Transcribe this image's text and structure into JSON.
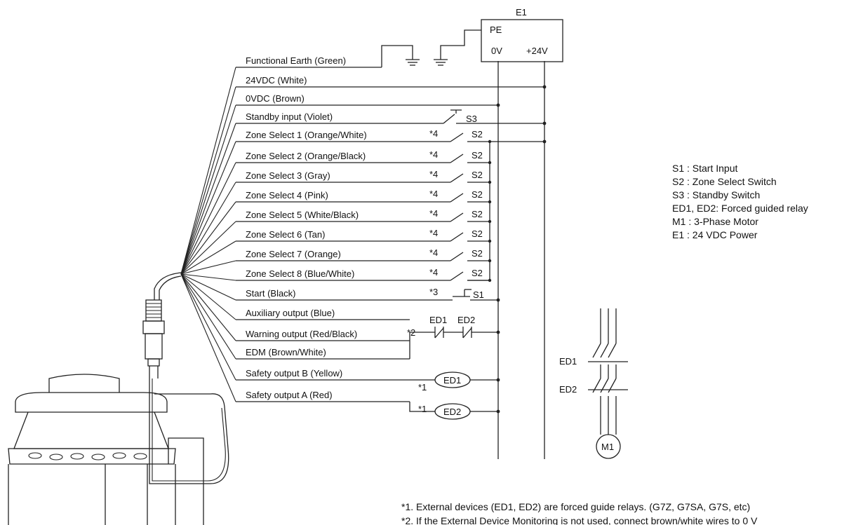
{
  "power_supply": {
    "name": "E1",
    "pe": "PE",
    "zero_v": "0V",
    "plus_24v": "+24V"
  },
  "wires": [
    {
      "id": "functional-earth",
      "label": "Functional Earth (Green)",
      "mark": ""
    },
    {
      "id": "24vdc",
      "label": "24VDC (White)",
      "mark": ""
    },
    {
      "id": "0vdc",
      "label": "0VDC (Brown)",
      "mark": ""
    },
    {
      "id": "standby",
      "label": "Standby input (Violet)",
      "mark": ""
    },
    {
      "id": "zs1",
      "label": "Zone Select 1 (Orange/White)",
      "mark": "*4"
    },
    {
      "id": "zs2",
      "label": "Zone Select 2 (Orange/Black)",
      "mark": "*4"
    },
    {
      "id": "zs3",
      "label": "Zone Select 3 (Gray)",
      "mark": "*4"
    },
    {
      "id": "zs4",
      "label": "Zone Select 4 (Pink)",
      "mark": "*4"
    },
    {
      "id": "zs5",
      "label": "Zone Select 5 (White/Black)",
      "mark": "*4"
    },
    {
      "id": "zs6",
      "label": "Zone Select 6 (Tan)",
      "mark": "*4"
    },
    {
      "id": "zs7",
      "label": "Zone Select 7 (Orange)",
      "mark": "*4"
    },
    {
      "id": "zs8",
      "label": "Zone Select 8 (Blue/White)",
      "mark": "*4"
    },
    {
      "id": "start",
      "label": "Start (Black)",
      "mark": "*3"
    },
    {
      "id": "aux",
      "label": "Auxiliary output (Blue)",
      "mark": ""
    },
    {
      "id": "warning",
      "label": "Warning output (Red/Black)",
      "mark": "*2"
    },
    {
      "id": "edm",
      "label": "EDM (Brown/White)",
      "mark": ""
    },
    {
      "id": "safety-b",
      "label": "Safety output B (Yellow)",
      "mark": "*1"
    },
    {
      "id": "safety-a",
      "label": "Safety output A (Red)",
      "mark": "*1"
    }
  ],
  "switch_labels": {
    "s1": "S1",
    "s2": "S2",
    "s3": "S3"
  },
  "relay_labels": {
    "ed1": "ED1",
    "ed2": "ED2"
  },
  "motor": {
    "label": "M1",
    "contact_ed1": "ED1",
    "contact_ed2": "ED2"
  },
  "legend": [
    "S1 : Start Input",
    "S2 : Zone Select Switch",
    "S3 : Standby Switch",
    "ED1, ED2: Forced guided relay",
    "M1 : 3-Phase Motor",
    "E1 : 24 VDC Power"
  ],
  "footnotes": [
    "*1.  External devices (ED1, ED2) are forced guide relays. (G7Z, G7SA, G7S, etc)",
    "*2.  If the External Device Monitoring is not used, connect brown/white wires to 0 V"
  ]
}
